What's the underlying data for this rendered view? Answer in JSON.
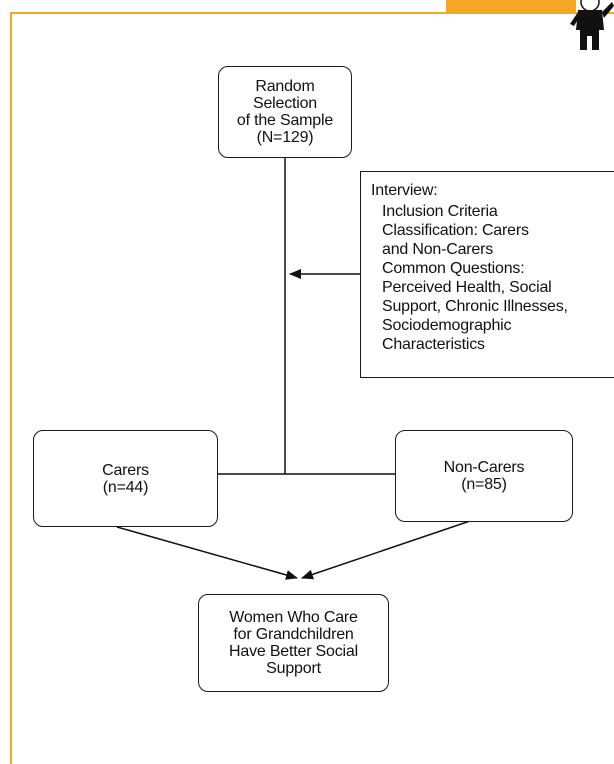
{
  "nodes": {
    "sample": {
      "label": "Random\nSelection\nof the Sample\n(N=129)"
    },
    "carers": {
      "label": "Carers\n(n=44)"
    },
    "noncarers": {
      "label": "Non-Carers\n(n=85)"
    },
    "outcome": {
      "label": "Women Who Care\nfor Grandchildren\nHave Better Social\nSupport"
    }
  },
  "interview": {
    "lines": [
      "Interview:",
      "Inclusion Criteria",
      "Classification: Carers",
      "and Non-Carers",
      "Common Questions:",
      "Perceived Health, Social",
      "Support, Chronic Illnesses,",
      "Sociodemographic",
      "Characteristics"
    ]
  },
  "edges": [
    {
      "from": "sample",
      "to": "junction",
      "kind": "line"
    },
    {
      "from": "junction",
      "to": "carers",
      "kind": "line"
    },
    {
      "from": "junction",
      "to": "noncarers",
      "kind": "line"
    },
    {
      "from": "interview",
      "to": "sample-to-junction-line",
      "kind": "arrow"
    },
    {
      "from": "carers",
      "to": "outcome",
      "kind": "arrow"
    },
    {
      "from": "noncarers",
      "to": "outcome",
      "kind": "arrow"
    }
  ],
  "colors": {
    "frame": "#f5a623",
    "stroke": "#1a1a1a"
  },
  "decorations": {
    "corner_figure": "person-figure-icon"
  }
}
